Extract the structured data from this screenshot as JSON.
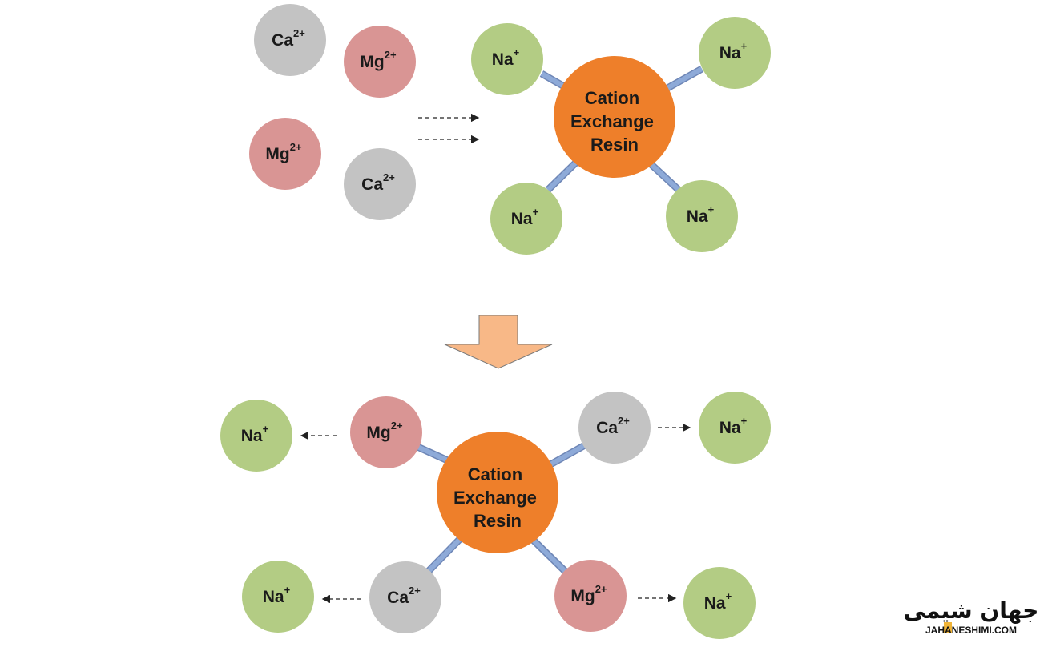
{
  "colors": {
    "calcium": "#c3c3c3",
    "magnesium": "#d99594",
    "sodium": "#b3cc84",
    "resin": "#ee7f2a",
    "bond": "#8eaad8",
    "process_arrow": "#f8b887",
    "logo_accent": "#f0b437"
  },
  "ions": {
    "ca": {
      "symbol": "Ca",
      "charge": "2+"
    },
    "mg": {
      "symbol": "Mg",
      "charge": "2+"
    },
    "na": {
      "symbol": "Na",
      "charge": "+"
    }
  },
  "resin": {
    "lines": [
      "Cation",
      "Exchange",
      "Resin"
    ]
  },
  "before": {
    "free_ions": [
      "ca",
      "mg",
      "mg",
      "ca"
    ],
    "bound_ions": [
      "na",
      "na",
      "na",
      "na"
    ]
  },
  "after": {
    "bound_ions": [
      "mg",
      "ca",
      "ca",
      "mg"
    ],
    "released_ions": [
      "na",
      "na",
      "na",
      "na"
    ]
  },
  "logo": {
    "persian": "جهان شیمی",
    "latin": "JAHANESHIMI.COM"
  }
}
